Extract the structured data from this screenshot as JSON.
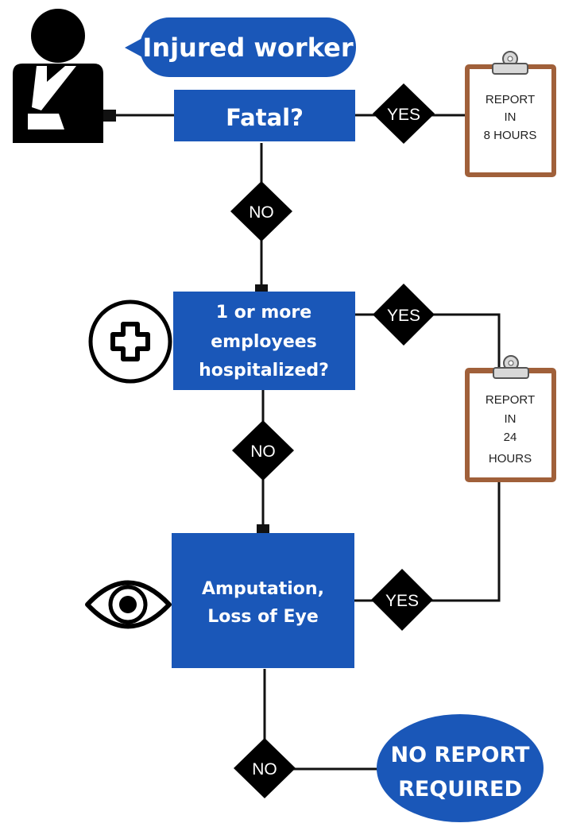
{
  "colors": {
    "box": "#1a57b8",
    "decision": "#000000",
    "clipboard_frame": "#a0603a",
    "clipboard_paper": "#ffffff",
    "line": "#111111"
  },
  "bubble": {
    "text": "Injured worker",
    "icon": "person-arm-sling-icon"
  },
  "steps": [
    {
      "lines": [
        "Fatal?"
      ]
    },
    {
      "lines": [
        "1 or more",
        "employees",
        "hospitalized?"
      ],
      "icon": "medical-cross-icon"
    },
    {
      "lines": [
        "Amputation,",
        "Loss of Eye"
      ],
      "icon": "eye-icon"
    }
  ],
  "decisions": {
    "yes": "YES",
    "no": "NO"
  },
  "reports": [
    {
      "lines": [
        "REPORT",
        "IN",
        "8 HOURS"
      ],
      "icon": "clipboard-icon"
    },
    {
      "lines": [
        "REPORT",
        "IN",
        "24",
        "HOURS"
      ],
      "icon": "clipboard-icon"
    }
  ],
  "end": {
    "lines": [
      "NO REPORT",
      "REQUIRED"
    ]
  }
}
